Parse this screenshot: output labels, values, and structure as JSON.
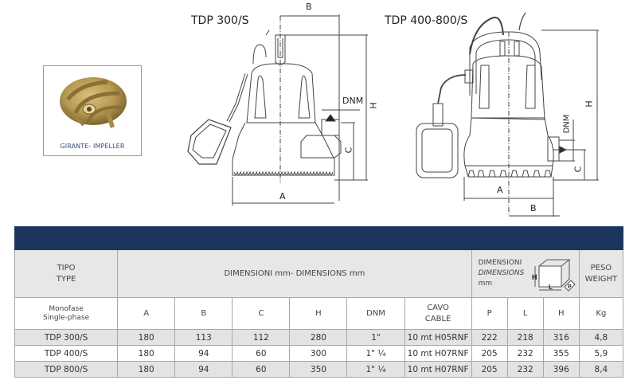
{
  "impeller": {
    "caption": "GIRANTE- IMPELLER"
  },
  "drawings": [
    {
      "title": "TDP 300/S",
      "dimension_labels": {
        "a": "A",
        "b": "B",
        "c": "C",
        "h": "H",
        "dnm": "DNM"
      }
    },
    {
      "title": "TDP 400-800/S",
      "dimension_labels": {
        "a": "A",
        "b": "B",
        "c": "C",
        "h": "H",
        "dnm": "DNM"
      }
    }
  ],
  "table": {
    "header": {
      "type_it": "TIPO",
      "type_en": "TYPE",
      "dimensions": "DIMENSIONI mm- DIMENSIONS mm",
      "pack_dims_it": "DIMENSIONI",
      "pack_dims_en": "DIMENSIONS",
      "pack_dims_unit": "mm",
      "pack_icon_labels": {
        "h": "H",
        "l": "L",
        "p": "P"
      },
      "weight_it": "PESO",
      "weight_en": "WEIGHT"
    },
    "subheader": {
      "phase_it": "Monofase",
      "phase_en": "Single-phase",
      "a": "A",
      "b": "B",
      "c": "C",
      "h": "H",
      "dnm": "DNM",
      "cable_it": "CAVO",
      "cable_en": "CABLE",
      "p": "P",
      "l": "L",
      "h2": "H",
      "kg": "Kg"
    },
    "rows": [
      {
        "model": "TDP 300/S",
        "a": "180",
        "b": "113",
        "c": "112",
        "h": "280",
        "dnm": "1\"",
        "cable": "10 mt H05RNF",
        "p": "222",
        "l": "218",
        "h2": "316",
        "kg": "4,8"
      },
      {
        "model": "TDP 400/S",
        "a": "180",
        "b": "94",
        "c": "60",
        "h": "300",
        "dnm": "1\" ¼",
        "cable": "10 mt H07RNF",
        "p": "205",
        "l": "232",
        "h2": "355",
        "kg": "5,9"
      },
      {
        "model": "TDP 800/S",
        "a": "180",
        "b": "94",
        "c": "60",
        "h": "350",
        "dnm": "1\" ¼",
        "cable": "10 mt H07RNF",
        "p": "205",
        "l": "232",
        "h2": "396",
        "kg": "8,4"
      }
    ]
  },
  "colors": {
    "band": "#1b355f",
    "header_bg": "#e7e7e7",
    "row_shade": "#e3e3e3",
    "caption": "#3b4a78"
  }
}
